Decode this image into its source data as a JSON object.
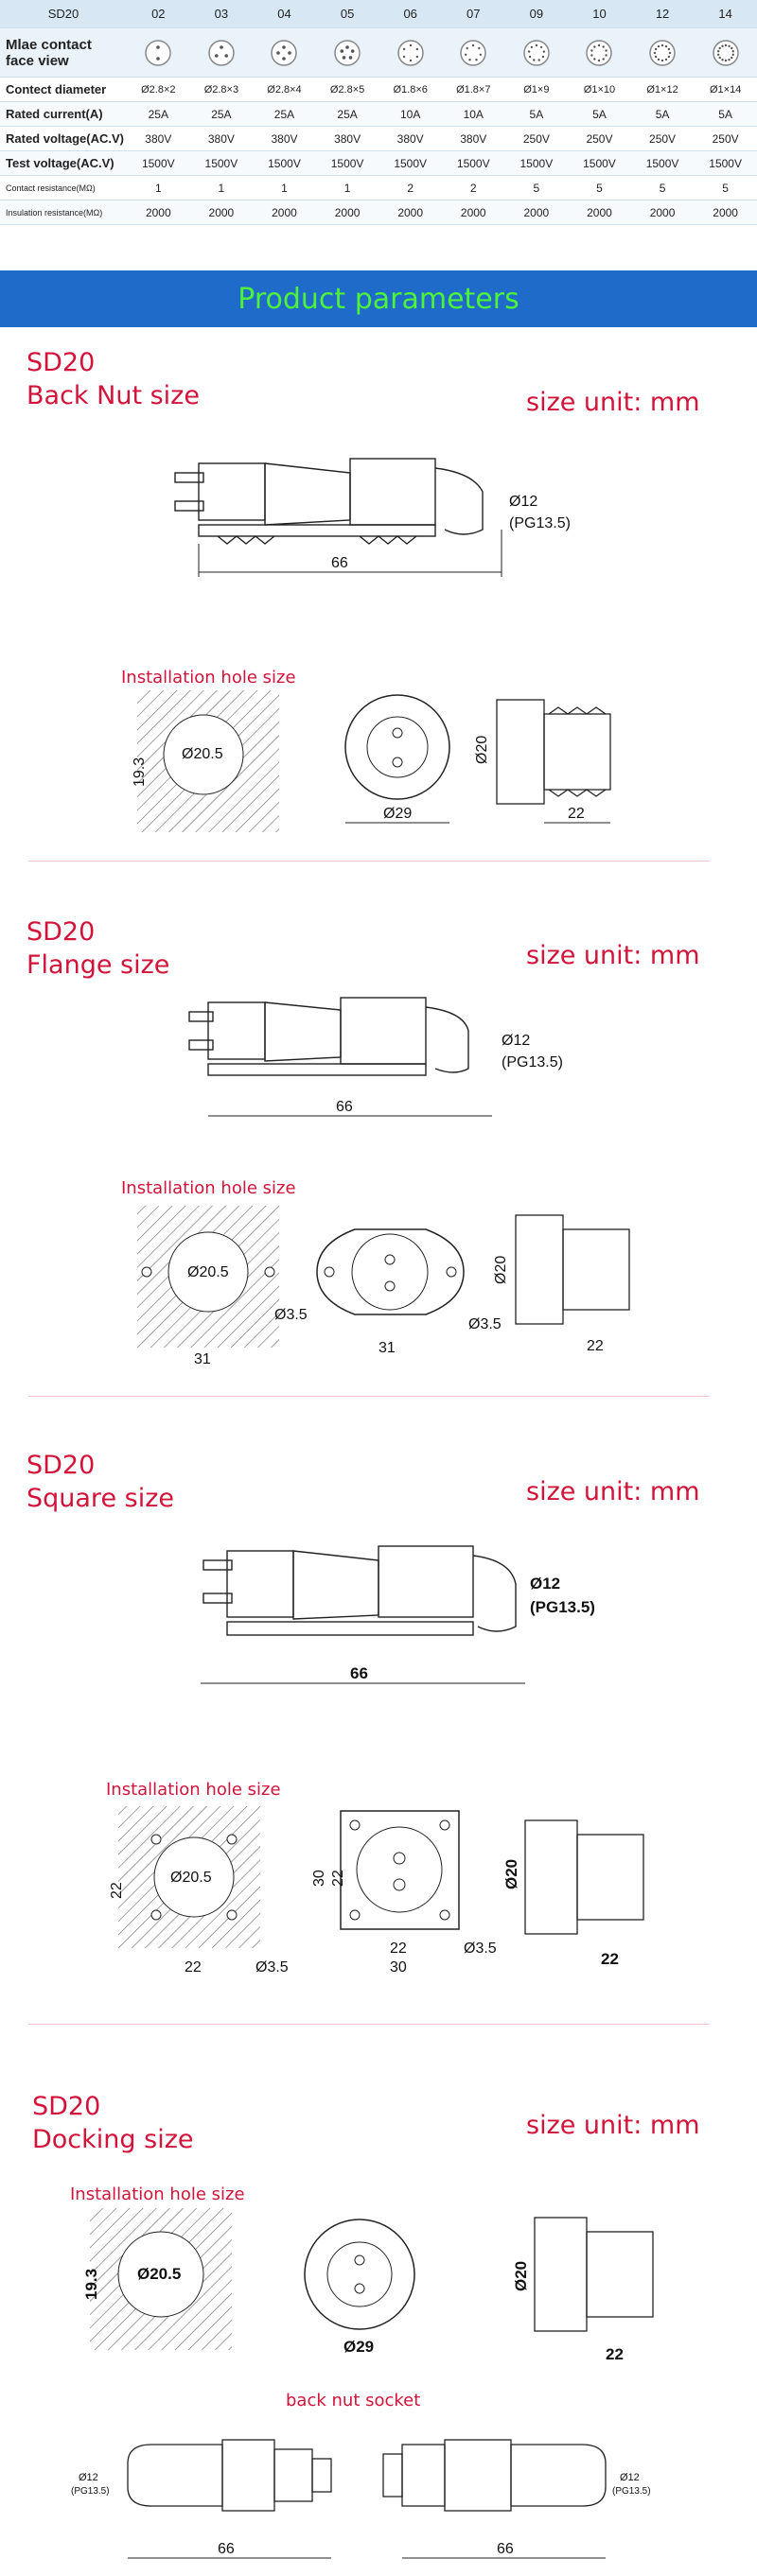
{
  "spec_table": {
    "header_label": "SD20",
    "columns": [
      "02",
      "03",
      "04",
      "05",
      "06",
      "07",
      "09",
      "10",
      "12",
      "14"
    ],
    "face_label_l1": "Mlae contact",
    "face_label_l2": "face view",
    "pin_counts": [
      2,
      3,
      4,
      5,
      6,
      7,
      9,
      10,
      12,
      14
    ],
    "rows": [
      {
        "label": "Contect diameter",
        "values": [
          "Ø2.8×2",
          "Ø2.8×3",
          "Ø2.8×4",
          "Ø2.8×5",
          "Ø1.8×6",
          "Ø1.8×7",
          "Ø1×9",
          "Ø1×10",
          "Ø1×12",
          "Ø1×14"
        ]
      },
      {
        "label": "Rated current(A)",
        "values": [
          "25A",
          "25A",
          "25A",
          "25A",
          "10A",
          "10A",
          "5A",
          "5A",
          "5A",
          "5A"
        ]
      },
      {
        "label": "Rated voltage(AC.V)",
        "values": [
          "380V",
          "380V",
          "380V",
          "380V",
          "380V",
          "380V",
          "250V",
          "250V",
          "250V",
          "250V"
        ]
      },
      {
        "label": "Test voltage(AC.V)",
        "values": [
          "1500V",
          "1500V",
          "1500V",
          "1500V",
          "1500V",
          "1500V",
          "1500V",
          "1500V",
          "1500V",
          "1500V"
        ]
      },
      {
        "label": "Contact resistance(MΩ)",
        "values": [
          "1",
          "1",
          "1",
          "1",
          "2",
          "2",
          "5",
          "5",
          "5",
          "5"
        ]
      },
      {
        "label": "Insulation resistance(MΩ)",
        "values": [
          "2000",
          "2000",
          "2000",
          "2000",
          "2000",
          "2000",
          "2000",
          "2000",
          "2000",
          "2000"
        ]
      }
    ]
  },
  "banner": {
    "title": "Product parameters"
  },
  "sections": {
    "back_nut": {
      "line1": "SD20",
      "line2": "Back Nut size",
      "unit": "size unit: mm",
      "install": "Installation hole size",
      "d12": "Ø12",
      "pg": "(PG13.5)",
      "len": "66",
      "hole_d": "Ø20.5",
      "hole_h": "19.3",
      "face_d": "Ø29",
      "side_h": "Ø20",
      "side_w": "22"
    },
    "flange": {
      "line1": "SD20",
      "line2": "Flange size",
      "unit": "size unit: mm",
      "install": "Installation hole size",
      "d12": "Ø12",
      "pg": "(PG13.5)",
      "len": "66",
      "hole_d": "Ø20.5",
      "hole_w": "31",
      "hole_s": "Ø3.5",
      "face_w": "31",
      "face_s": "Ø3.5",
      "side_h": "Ø20",
      "side_w": "22"
    },
    "square": {
      "line1": "SD20",
      "line2": "Square size",
      "unit": "size unit: mm",
      "install": "Installation hole size",
      "d12": "Ø12",
      "pg": "(PG13.5)",
      "len": "66",
      "hole_d": "Ø20.5",
      "hole_h": "22",
      "hole_w": "22",
      "hole_s": "Ø3.5",
      "face_h30": "30",
      "face_h22": "22",
      "face_w22": "22",
      "face_w30": "30",
      "face_s": "Ø3.5",
      "side_h": "Ø20",
      "side_w": "22"
    },
    "docking": {
      "line1": "SD20",
      "line2": "Docking size",
      "unit": "size unit: mm",
      "install": "Installation hole size",
      "hole_d": "Ø20.5",
      "hole_h": "19.3",
      "face_d": "Ø29",
      "side_h": "Ø20",
      "side_w": "22",
      "socket_title": "back nut socket",
      "d12": "Ø12",
      "pg": "(PG13.5)",
      "len": "66"
    }
  },
  "colors": {
    "accent_red": "#d2133a",
    "banner_blue": "#1f6bc9",
    "banner_text": "#4ef23a"
  }
}
